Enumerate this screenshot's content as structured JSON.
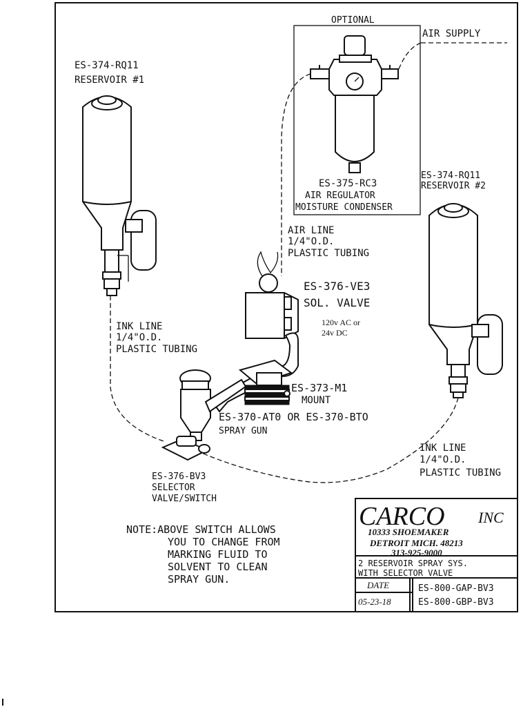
{
  "labels": {
    "optional": "OPTIONAL",
    "air_supply": "AIR SUPPLY",
    "reservoir1_part": "ES-374-RQ11",
    "reservoir1_name": "RESERVOIR #1",
    "reservoir2_part": "ES-374-RQ11",
    "reservoir2_name": "RESERVOIR #2",
    "regulator_part": "ES-375-RC3",
    "regulator_line1": "AIR REGULATOR",
    "regulator_line2": "MOISTURE CONDENSER",
    "air_line_1": "AIR LINE",
    "air_line_2": "1/4\"O.D.",
    "air_line_3": "PLASTIC TUBING",
    "sol_valve_part": "ES-376-VE3",
    "sol_valve_name": "SOL. VALVE",
    "voltage_1": "120v AC or",
    "voltage_2": "24v DC",
    "ink_line_left_1": "INK LINE",
    "ink_line_left_2": "1/4\"O.D.",
    "ink_line_left_3": "PLASTIC TUBING",
    "mount_part": "ES-373-M1",
    "mount_name": "MOUNT",
    "spray_gun_part": "ES-370-AT0 OR ES-370-BTO",
    "spray_gun_name": "SPRAY GUN",
    "ink_line_right_1": "INK LINE",
    "ink_line_right_2": "1/4\"O.D.",
    "ink_line_right_3": "PLASTIC TUBING",
    "selector_part": "ES-376-BV3",
    "selector_line1": "SELECTOR",
    "selector_line2": "VALVE/SWITCH",
    "note_1": "NOTE:ABOVE SWITCH ALLOWS",
    "note_2": "YOU TO CHANGE FROM",
    "note_3": "MARKING FLUID TO",
    "note_4": "SOLVENT TO CLEAN",
    "note_5": "SPRAY GUN."
  },
  "title_block": {
    "company": "CARCO",
    "company_suffix": "INC",
    "address_1": "10333 SHOEMAKER",
    "address_2": "DETROIT MICH. 48213",
    "phone": "313-925-9000",
    "description_1": "2 RESERVOIR SPRAY SYS.",
    "description_2": "WITH SELECTOR VALVE",
    "date_label": "DATE",
    "date_value": "05-23-18",
    "part_no_1": "ES-800-GAP-BV3",
    "part_no_2": "ES-800-GBP-BV3"
  }
}
